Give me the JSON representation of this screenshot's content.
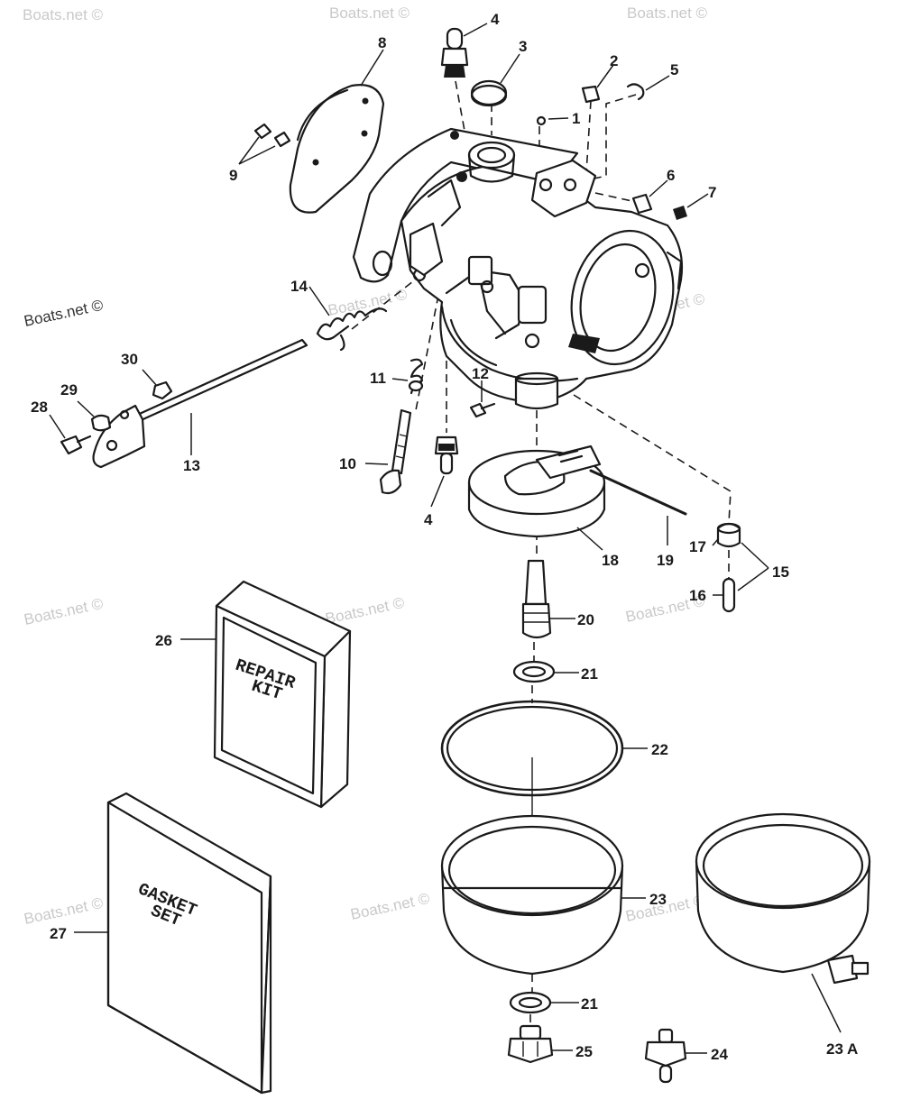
{
  "watermark": {
    "text": "Boats.net ©",
    "strong_text": "Boats.net ©"
  },
  "callouts": {
    "c1": "1",
    "c2": "2",
    "c3": "3",
    "c4a": "4",
    "c4b": "4",
    "c5": "5",
    "c6": "6",
    "c7": "7",
    "c8": "8",
    "c9": "9",
    "c10": "10",
    "c11": "11",
    "c12": "12",
    "c13": "13",
    "c14": "14",
    "c15": "15",
    "c16": "16",
    "c17": "17",
    "c18": "18",
    "c19": "19",
    "c20": "20",
    "c21a": "21",
    "c21b": "21",
    "c22": "22",
    "c23": "23",
    "c23a": "23 A",
    "c24": "24",
    "c25": "25",
    "c26": "26",
    "c27": "27",
    "c28": "28",
    "c29": "29",
    "c30": "30"
  },
  "repair_kit": {
    "line1": "REPAIR",
    "line2": "KIT"
  },
  "gasket_set": {
    "line1": "GASKET",
    "line2": "SET"
  }
}
